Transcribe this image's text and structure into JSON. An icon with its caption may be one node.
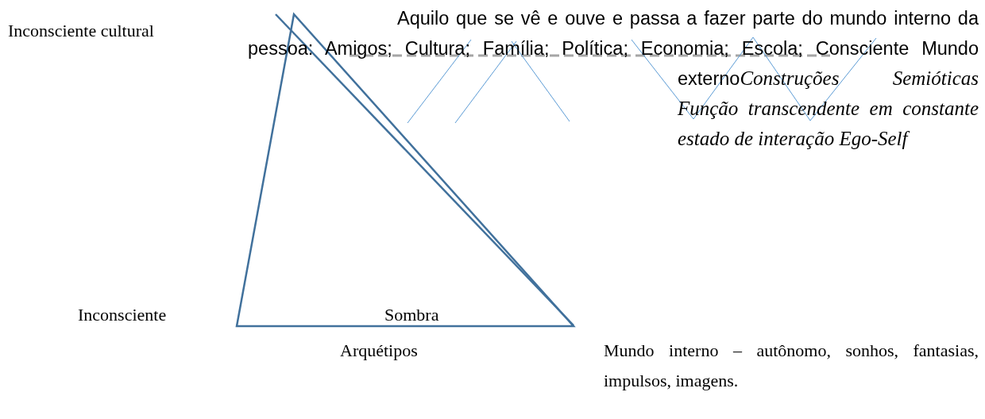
{
  "diagram": {
    "labels": [
      "Inconsciente cultural",
      "Aquilo que se vê e ouve e passa a fazer parte do mundo interno da pessoa: Amigos; Cultura; Família; Política; Economia; Escola; Consciente Mundo externo",
      "Construções Semióticas Função transcendente em constante estado de interação Ego-Self",
      "Inconsciente",
      "Sombra",
      "Arquétipos",
      "Mundo interno – autônomo, sonhos, fantasias, impulsos, imagens."
    ]
  }
}
